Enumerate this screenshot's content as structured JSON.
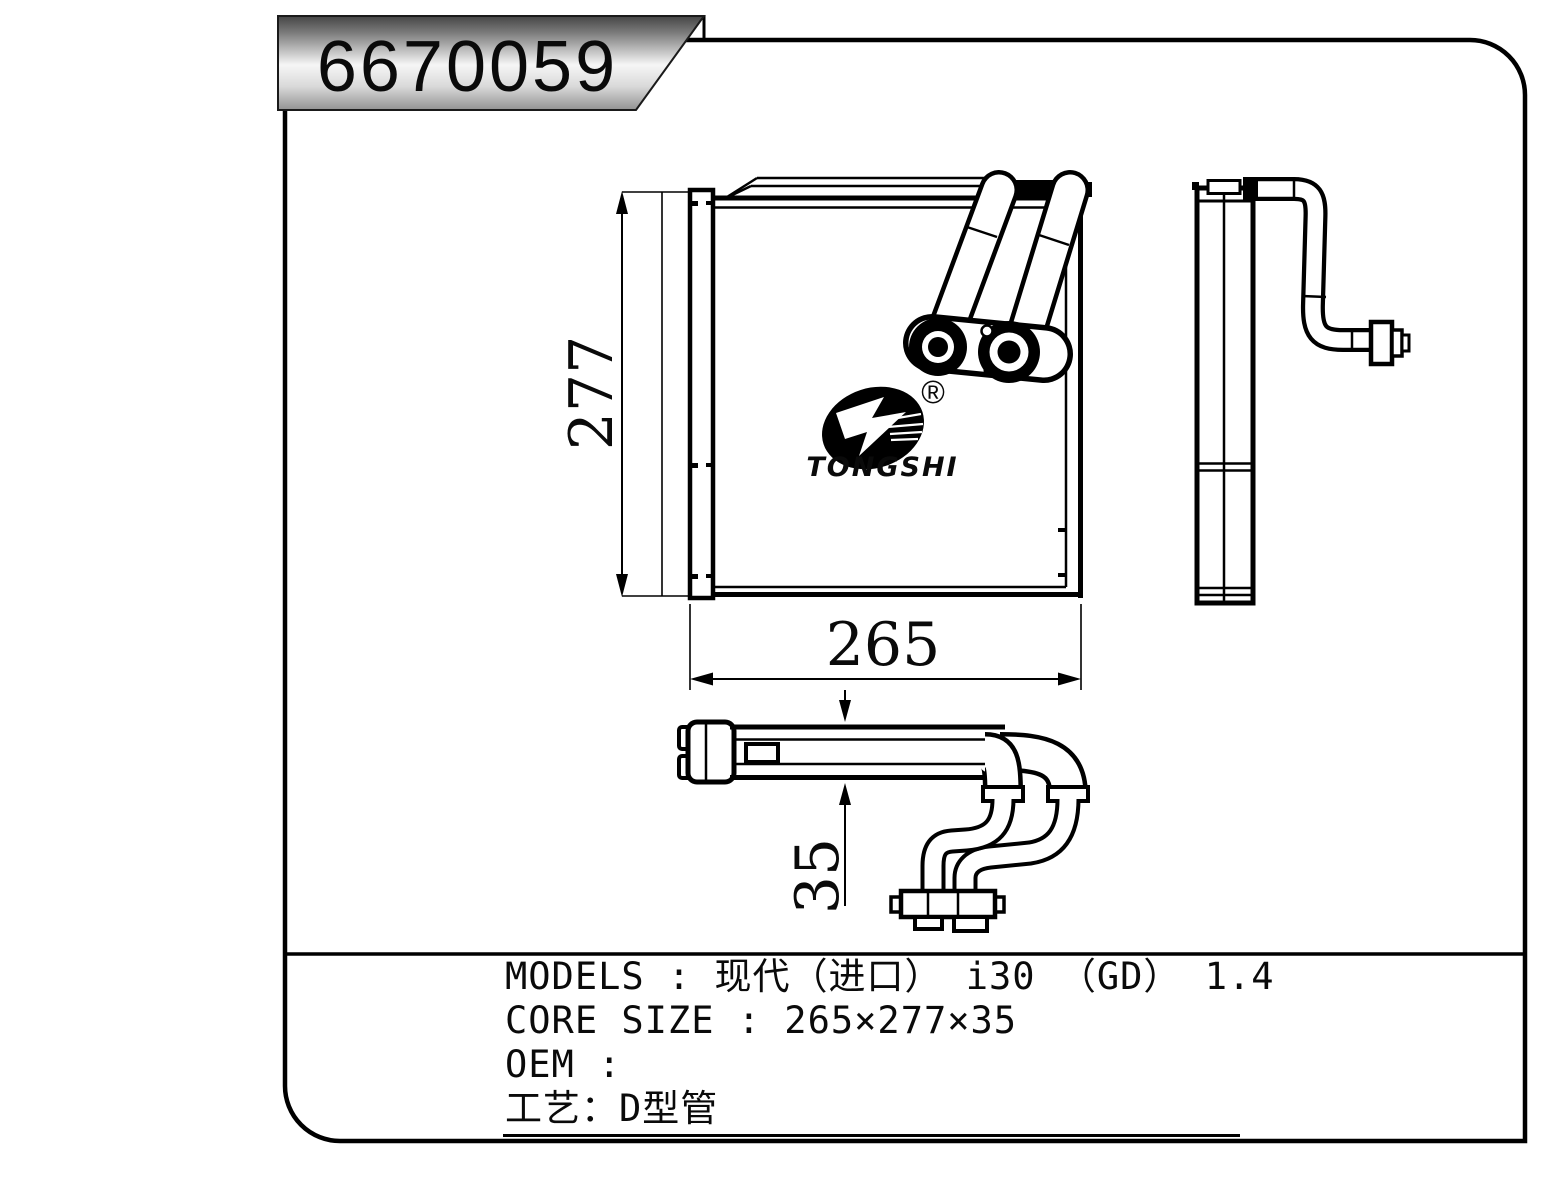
{
  "banner": {
    "part_number": "6670059"
  },
  "brand": {
    "name": "TONGSHI",
    "registered_mark": "®"
  },
  "dimensions": {
    "height_mm": "277",
    "width_mm": "265",
    "depth_mm": "35"
  },
  "spec_table": {
    "rows": [
      {
        "text": "MODELS : 现代（进口） i30 （GD） 1.4"
      },
      {
        "text": "CORE SIZE : 265×277×35"
      },
      {
        "text": "OEM :"
      },
      {
        "text": "工艺：D型管"
      }
    ]
  },
  "style": {
    "line_color": "#000000",
    "banner_gradient_top": "#454545",
    "banner_gradient_mid": "#f6f6f6",
    "banner_gradient_bottom": "#929292"
  }
}
